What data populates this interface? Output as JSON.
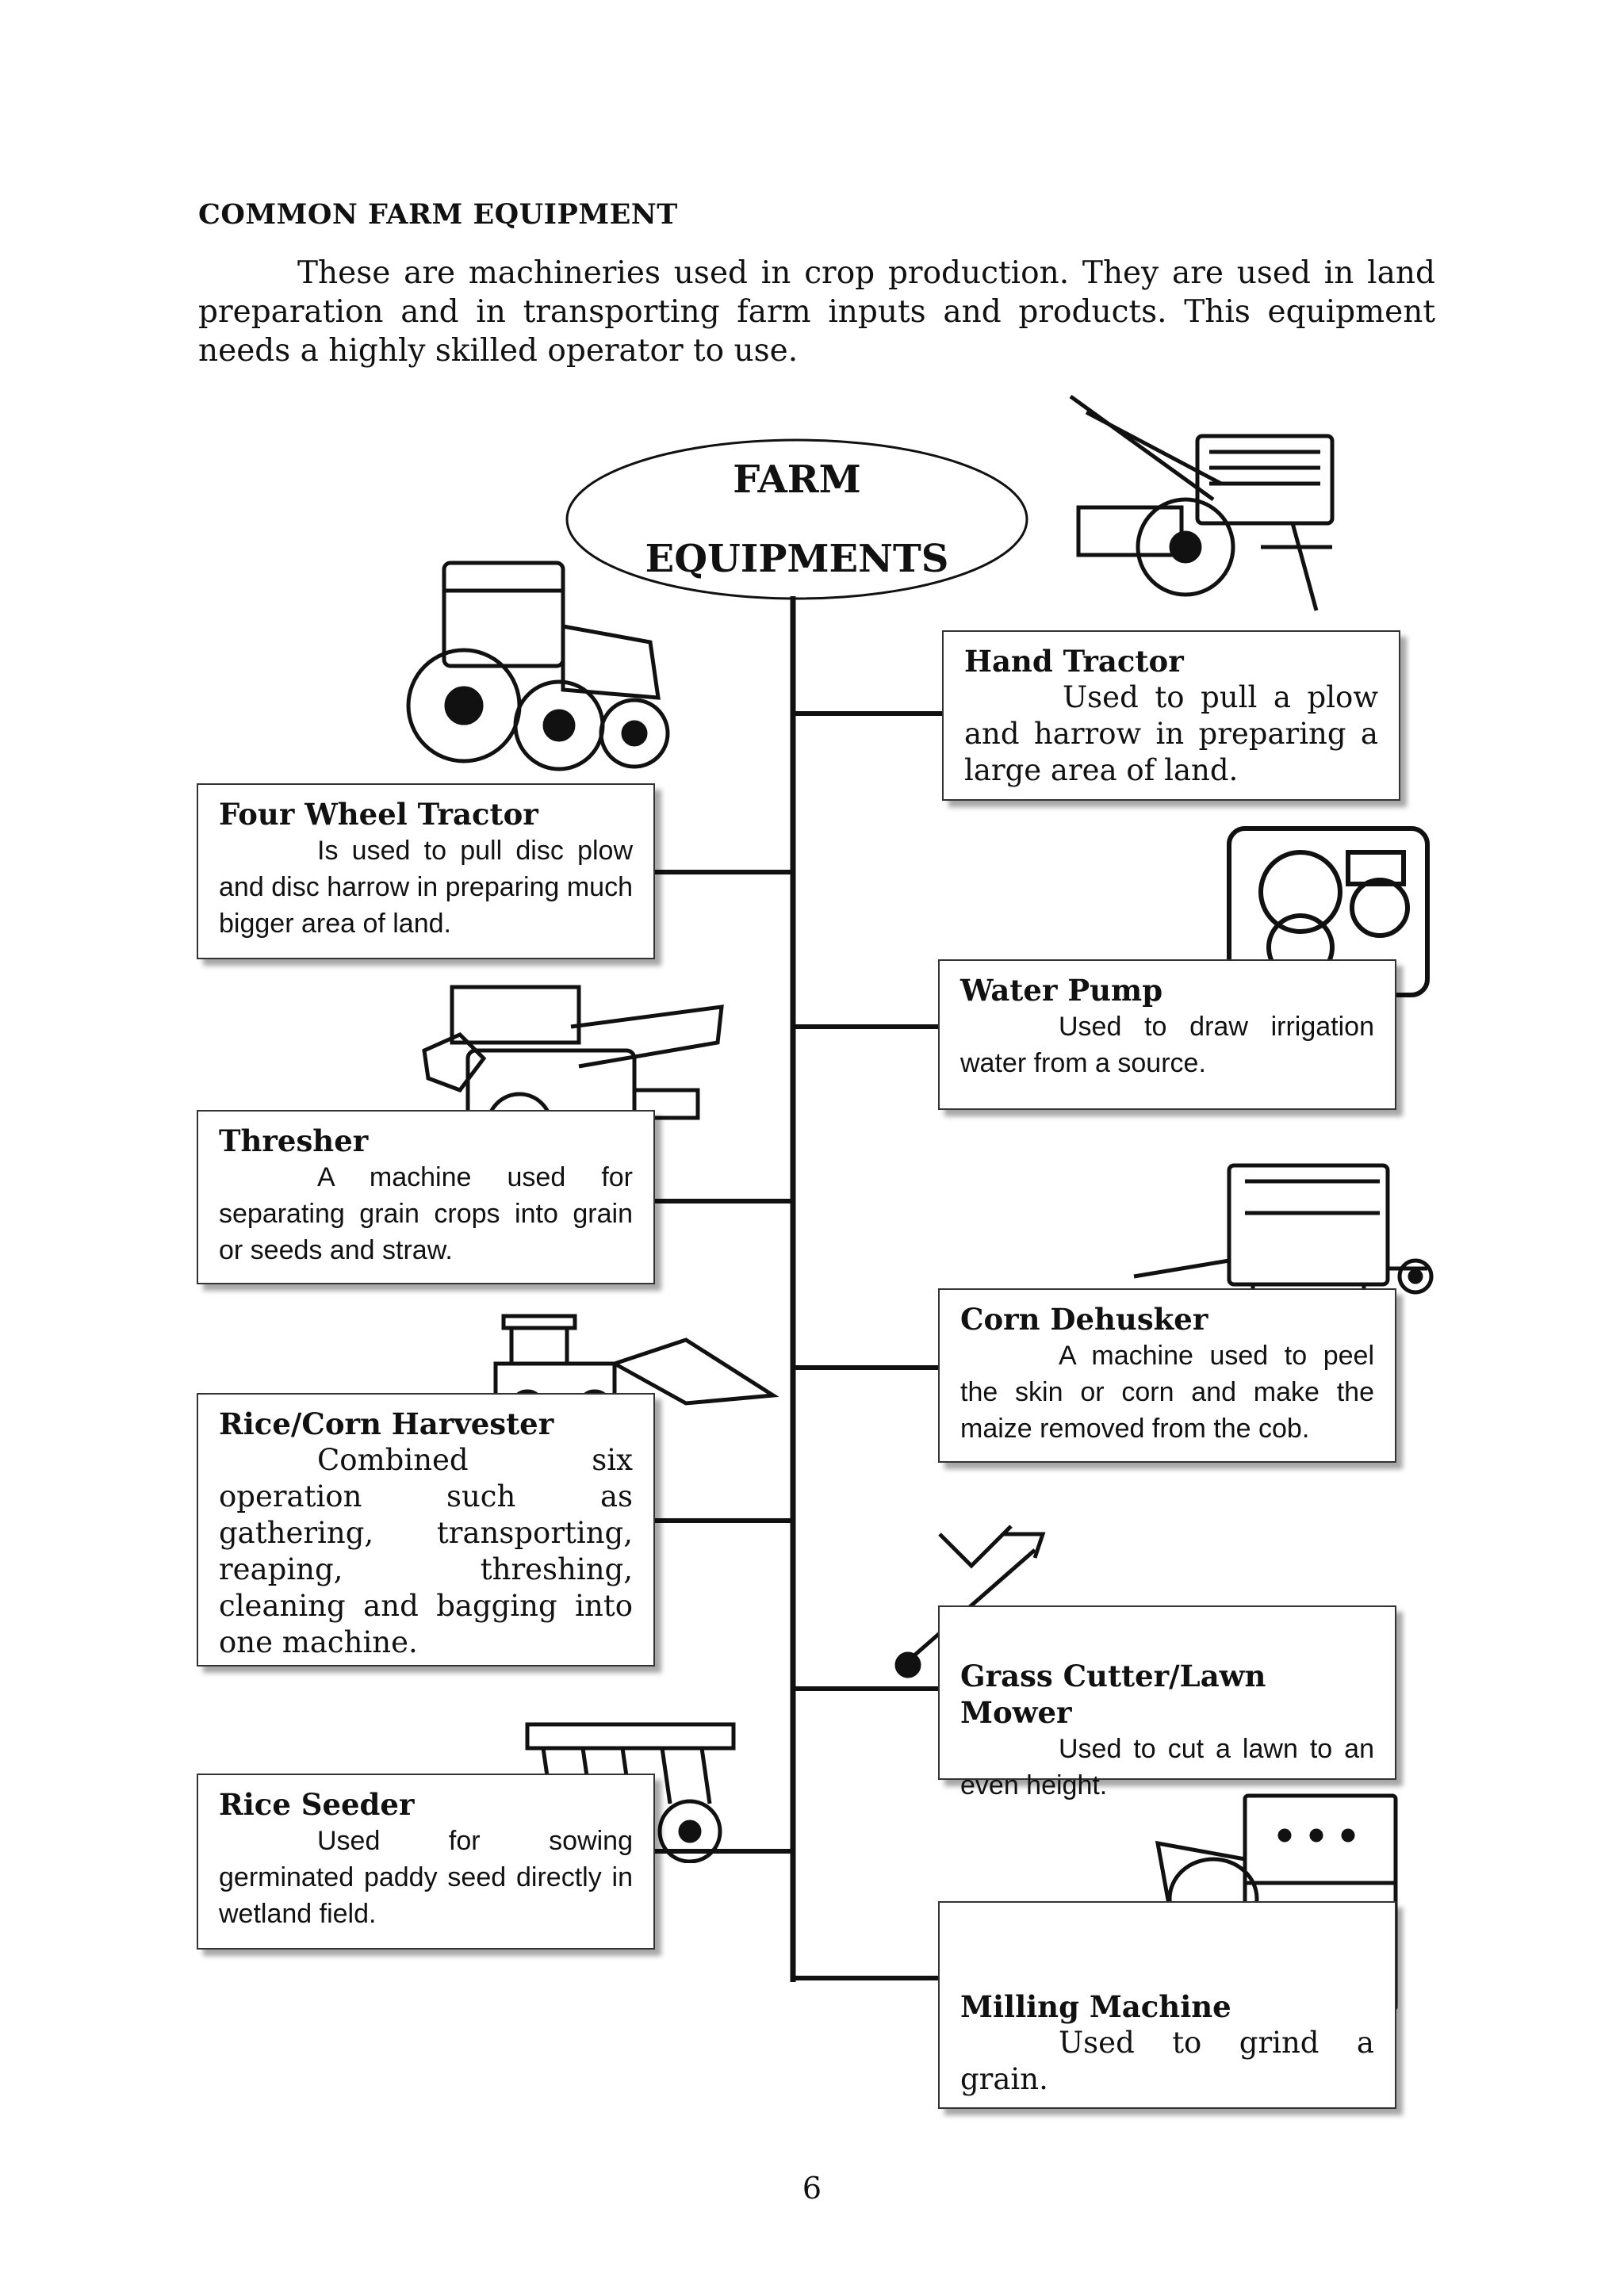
{
  "section_heading": "COMMON FARM EQUIPMENT",
  "intro_text": "These are machineries used in crop production. They are used in land preparation and in transporting farm inputs and products. This equipment needs a highly skilled operator to use.",
  "diagram": {
    "center_line1": "FARM",
    "center_line2": "EQUIPMENTS",
    "items": [
      {
        "title": "Hand Tractor",
        "description": "Used to pull a plow and harrow in preparing a large area of land.",
        "icon": "hand-tractor-icon"
      },
      {
        "title": "Four Wheel Tractor",
        "description": "Is used to pull disc plow and disc harrow in preparing much bigger area of land.",
        "icon": "four-wheel-tractor-icon"
      },
      {
        "title": "Water Pump",
        "description": "Used to draw irrigation water from a source.",
        "icon": "water-pump-icon"
      },
      {
        "title": "Thresher",
        "description": "A machine used for separating grain crops into grain or seeds and straw.",
        "icon": "thresher-icon"
      },
      {
        "title": "Corn Dehusker",
        "description": "A machine used to peel the skin or corn and make the maize removed from the cob.",
        "icon": "corn-dehusker-icon"
      },
      {
        "title": "Rice/Corn Harvester",
        "description": "Combined six operation such as gathering, transporting, reaping, threshing, cleaning and bagging into one machine.",
        "icon": "harvester-icon"
      },
      {
        "title": "Grass Cutter/Lawn Mower",
        "description": "Used to cut a lawn to an even height.",
        "icon": "grass-cutter-icon"
      },
      {
        "title": "Rice Seeder",
        "description": "Used for sowing germinated paddy seed directly in wetland field.",
        "icon": "rice-seeder-icon"
      },
      {
        "title": "Milling Machine",
        "description": "Used to grind a grain.",
        "icon": "milling-machine-icon"
      }
    ]
  },
  "page_number": "6"
}
